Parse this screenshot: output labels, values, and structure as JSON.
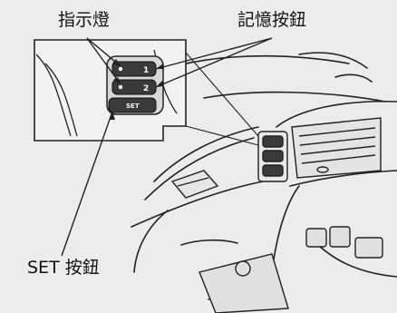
{
  "labels": {
    "indicator_lights": "指示燈",
    "memory_buttons": "記憶按鈕",
    "set_button": "SET 按鈕"
  },
  "buttons": {
    "memory_1": "1",
    "memory_2": "2",
    "set": "SET"
  },
  "colors": {
    "background": "#ececec",
    "line": "#222222",
    "panel": "#f2f2f2",
    "button_face": "#3a3a3a"
  }
}
